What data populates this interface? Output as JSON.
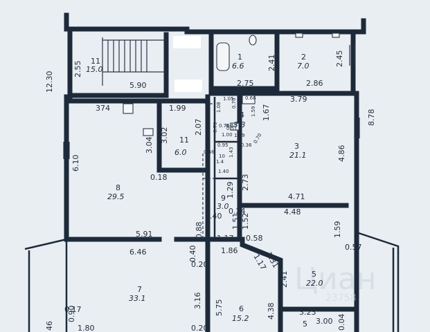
{
  "rooms": [
    {
      "id": "r11a",
      "number": "11",
      "area": "15.0"
    },
    {
      "id": "r1",
      "number": "1",
      "area": "6.6"
    },
    {
      "id": "r2",
      "number": "2",
      "area": "7.0"
    },
    {
      "id": "r11b",
      "number": "11",
      "area": "6.0"
    },
    {
      "id": "r4",
      "number": "4",
      "area": "3.3"
    },
    {
      "id": "r3",
      "number": "3",
      "area": "21.1"
    },
    {
      "id": "r8",
      "number": "8",
      "area": "29.5"
    },
    {
      "id": "r9",
      "number": "9",
      "area": "3.0"
    },
    {
      "id": "r7",
      "number": "7",
      "area": "33.1"
    },
    {
      "id": "r6",
      "number": "6",
      "area": "15.2"
    },
    {
      "id": "r5",
      "number": "5",
      "area": "22.0"
    },
    {
      "id": "r5b",
      "number": "5",
      "area": ""
    }
  ],
  "dimensions": {
    "d1230": "12.30",
    "d255": "2.55",
    "d590": "5.90",
    "d1": "2.75",
    "d2": "2.41",
    "d286": "2.86",
    "d245": "2.45",
    "d374": "374",
    "d199": "1.99",
    "d379": "3.79",
    "d878": "8.78",
    "d304": "3.04",
    "d302": "3.02",
    "d207": "2.07",
    "d610": "6.10",
    "d486": "4.86",
    "d018": "0.18",
    "d140": "1.40",
    "d273": "2.73",
    "d471": "4.71",
    "d448": "4.48",
    "d129": "1.29",
    "d024": "0.24",
    "d151": "1.51",
    "d152": "1.52",
    "d159": "1.59",
    "d057": "0.57",
    "d591": "5.91",
    "d040a": "0.40",
    "d088": "0.88",
    "d646": "6.46",
    "d117a": "1.17",
    "d058": "0.58",
    "d131": "1.31",
    "d186": "1.86",
    "d117b": "1.17",
    "d040b": "0.40",
    "d020a": "0.20",
    "d241": "2.41",
    "d316": "3.16",
    "d575": "5.75",
    "d438": "4.38",
    "d323": "3.23",
    "d300": "3.00",
    "d017": "0.17",
    "d090": "0.90",
    "d180": "1.80",
    "d020b": "0.20",
    "d004": "0.04",
    "d46": "46",
    "d167": "1.67",
    "d105": "1.05",
    "d070": "0.70",
    "d108": "1.08",
    "d159b": "1.59",
    "d066": "0.66",
    "d076": "0.76",
    "d139": "1.39",
    "d036": "0.36",
    "d070b": "0.70",
    "d095": "0.95",
    "d10": "10",
    "d14": "1.4",
    "d143": "1.43",
    "d046": "0.46",
    "d070c": "0.70",
    "d051": "0.51",
    "d040c": "0.40",
    "d100": "1.00"
  },
  "watermark": {
    "text": "Циан",
    "sub": "23758"
  }
}
